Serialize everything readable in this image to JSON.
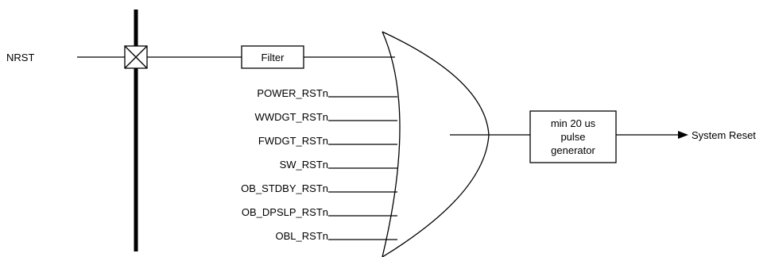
{
  "labels": {
    "nrst": "NRST",
    "filter": "Filter",
    "pulse_generator": [
      "min 20 us",
      "pulse",
      "generator"
    ],
    "output": "System Reset"
  },
  "reset_sources": [
    "POWER_RSTn",
    "WWDGT_RSTn",
    "FWDGT_RSTn",
    "SW_RSTn",
    "OB_STDBY_RSTn",
    "OB_DPSLP_RSTn",
    "OBL_RSTn"
  ]
}
